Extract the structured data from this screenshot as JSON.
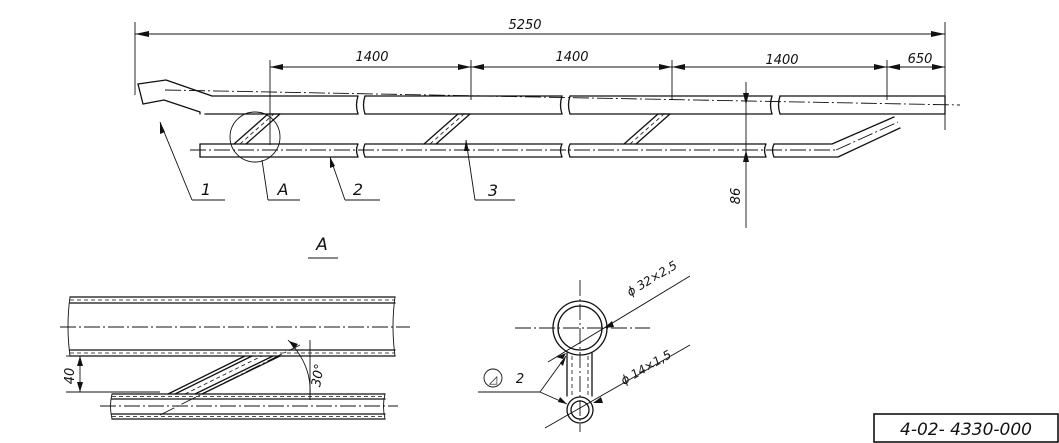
{
  "dimensions": {
    "overall_length": "5250",
    "span_1": "1400",
    "span_2": "1400",
    "span_3": "1400",
    "end_span": "650",
    "offset": "86",
    "detail_offset": "40",
    "angle": "30°"
  },
  "callouts": {
    "part_1": "1",
    "detail_ref": "A",
    "part_2": "2",
    "part_3": "3"
  },
  "detail_view": {
    "label": "A"
  },
  "section_view": {
    "upper_tube": "ϕ 32×2,5",
    "lower_tube": "ϕ 14×1,5",
    "weld_symbol": "◿",
    "weld_size": "2"
  },
  "stamp": {
    "code": "4-02- 4330-000"
  },
  "colors": {
    "ink": "#111111",
    "paper": "#ffffff"
  }
}
